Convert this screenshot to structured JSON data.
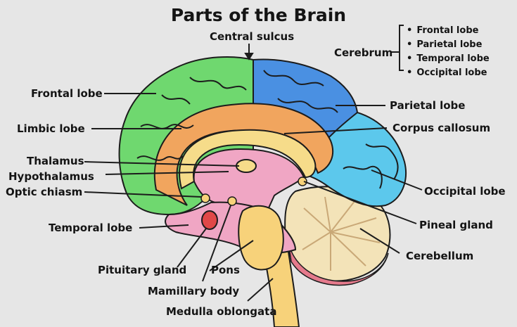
{
  "title": "Parts of the Brain",
  "colors": {
    "frontal": "#6fd86f",
    "parietal": "#4a90e2",
    "occipital": "#5cc8ec",
    "limbic": "#f1a55e",
    "corpus_callosum": "#f6dc8a",
    "diencephalon": "#f0a6c4",
    "brainstem": "#f7d27a",
    "cerebellum": "#f3e3b8",
    "cerebellum_fold": "#e57a8c",
    "pituitary": "#e04848",
    "outline": "#1c1c1c"
  },
  "cerebrum": {
    "label": "Cerebrum",
    "lobes": [
      "Frontal lobe",
      "Parietal lobe",
      "Temporal lobe",
      "Occipital lobe"
    ]
  },
  "labels": {
    "central_sulcus": "Central sulcus",
    "frontal_lobe": "Frontal lobe",
    "limbic_lobe": "Limbic lobe",
    "thalamus": "Thalamus",
    "hypothalamus": "Hypothalamus",
    "optic_chiasm": "Optic chiasm",
    "temporal_lobe": "Temporal lobe",
    "pituitary_gland": "Pituitary gland",
    "pons": "Pons",
    "mamillary_body": "Mamillary body",
    "medulla_oblongata": "Medulla oblongata",
    "parietal_lobe": "Parietal lobe",
    "corpus_callosum": "Corpus callosum",
    "occipital_lobe": "Occipital lobe",
    "pineal_gland": "Pineal gland",
    "cerebellum": "Cerebellum"
  }
}
